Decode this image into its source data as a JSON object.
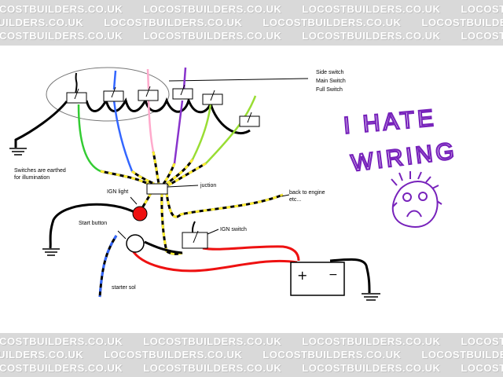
{
  "watermark": {
    "text": "LOCOSTBUILDERS.CO.UK"
  },
  "labels": {
    "side_switch": "Side switch",
    "main_switch": "Main Switch",
    "full_switch": "Full Switch",
    "earthed_line1": "Switches are earthed",
    "earthed_line2": "for illumination",
    "junction": "juction",
    "ign_light": "IGN light",
    "back_to_engine_line1": "back to engine",
    "back_to_engine_line2": "etc...",
    "start_button": "Start button",
    "ign_switch": "IGN switch",
    "starter_sol": "starter sol",
    "battery_plus": "+",
    "battery_minus": "−"
  },
  "handwriting": {
    "line1": "I HATE",
    "line2": "WIRING"
  },
  "colors": {
    "band": "#d9d9d9",
    "wire_black": "#000000",
    "wire_green": "#33cc33",
    "wire_blue": "#3366ff",
    "wire_pink": "#ffaacc",
    "wire_purple": "#8833cc",
    "wire_yellow_green": "#99dd33",
    "wire_yellow": "#ffee33",
    "wire_red": "#ee1111",
    "ign_light": "#ee1111",
    "handwriting": "#7722bb"
  }
}
